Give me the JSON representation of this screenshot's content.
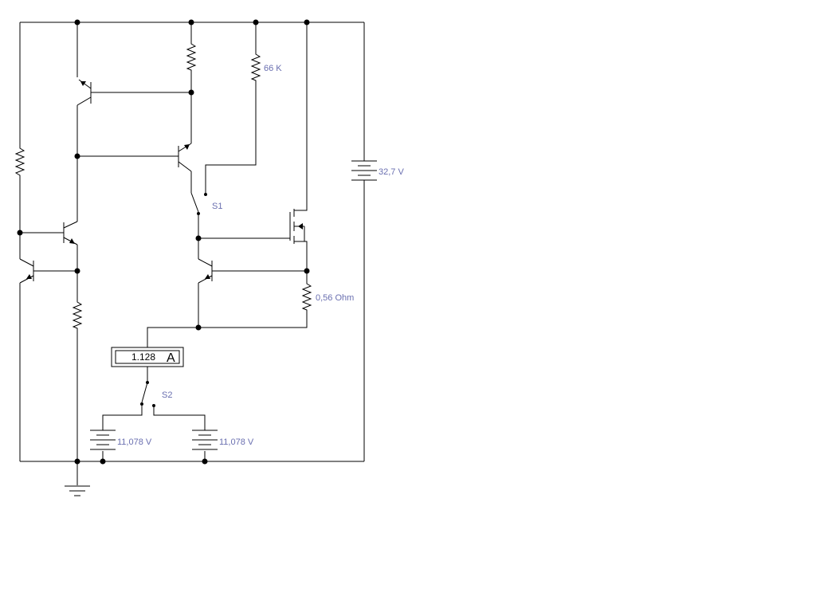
{
  "labels": {
    "r_66k": "66 K",
    "battery_main": "32,7 V",
    "switch_s1": "S1",
    "switch_s2": "S2",
    "r_shunt": "0,56 Ohm",
    "battery_left": "11,078 V",
    "battery_right": "11,078 V"
  },
  "ammeter": {
    "value": "1.128",
    "unit": "A"
  },
  "colors": {
    "wire": "#000000",
    "label": "#6a6fb0",
    "background": "#ffffff"
  }
}
